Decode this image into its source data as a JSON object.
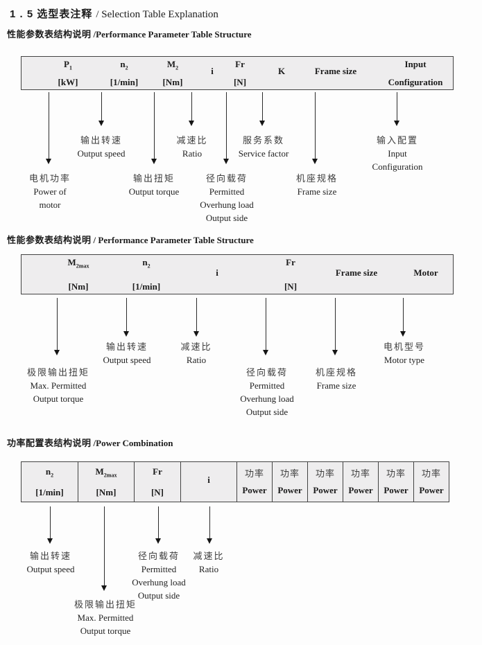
{
  "colors": {
    "table_bg": "#eeedee",
    "border": "#424242",
    "text": "#1c1c1c"
  },
  "title": {
    "zh": "1 . 5 选型表注释",
    "en": "/ Selection Table Explanation"
  },
  "s1": {
    "heading_zh": "性能参数表结构说明",
    "heading_en": "/Performance Parameter Table Structure",
    "cols": [
      {
        "sym": "P",
        "sub": "1",
        "unit": "[kW]"
      },
      {
        "sym": "n",
        "sub": "2",
        "unit": "[1/min]"
      },
      {
        "sym": "M",
        "sub": "2",
        "unit": "[Nm]"
      },
      {
        "sym": "i",
        "sub": "",
        "unit": ""
      },
      {
        "sym": "Fr",
        "sub": "",
        "unit": "[N]"
      },
      {
        "sym": "K",
        "sub": "",
        "unit": ""
      },
      {
        "sym": "Frame size",
        "sub": "",
        "unit": ""
      },
      {
        "sym": "Input",
        "sub": "",
        "unit": "Configuration"
      }
    ],
    "callouts": {
      "p1": [
        "电机功率",
        "Power of",
        "motor"
      ],
      "n2": [
        "输出转速",
        "Output speed"
      ],
      "m2": [
        "输出扭矩",
        "Output torque"
      ],
      "i": [
        "减速比",
        "Ratio"
      ],
      "fr": [
        "径向载荷",
        "Permitted",
        "Overhung load",
        "Output side"
      ],
      "k": [
        "服务系数",
        "Service factor"
      ],
      "frame": [
        "机座规格",
        "Frame size"
      ],
      "input": [
        "输入配置",
        "Input",
        "Configuration"
      ]
    }
  },
  "s2": {
    "heading_zh": "性能参数表结构说明",
    "heading_en": "/ Performance Parameter Table Structure",
    "cols": [
      {
        "sym": "M",
        "sub": "2max",
        "unit": "[Nm]"
      },
      {
        "sym": "n",
        "sub": "2",
        "unit": "[1/min]"
      },
      {
        "sym": "i",
        "sub": "",
        "unit": ""
      },
      {
        "sym": "Fr",
        "sub": "",
        "unit": "[N]"
      },
      {
        "sym": "Frame size",
        "sub": "",
        "unit": ""
      },
      {
        "sym": "Motor",
        "sub": "",
        "unit": ""
      }
    ],
    "callouts": {
      "m2max": [
        "极限输出扭矩",
        "Max. Permitted",
        "Output torque"
      ],
      "n2": [
        "输出转速",
        "Output speed"
      ],
      "i": [
        "减速比",
        "Ratio"
      ],
      "fr": [
        "径向载荷",
        "Permitted",
        "Overhung load",
        "Output side"
      ],
      "frame": [
        "机座规格",
        "Frame size"
      ],
      "motor": [
        "电机型号",
        "Motor type"
      ]
    }
  },
  "s3": {
    "heading_zh": "功率配置表结构说明",
    "heading_en": "/Power Combination",
    "cols": [
      {
        "sym": "n",
        "sub": "2",
        "unit": "[1/min]"
      },
      {
        "sym": "M",
        "sub": "2max",
        "unit": "[Nm]"
      },
      {
        "sym": "Fr",
        "sub": "",
        "unit": "[N]"
      },
      {
        "sym": "i",
        "sub": "",
        "unit": ""
      },
      {
        "sym": "功率",
        "sub": "",
        "unit": "Power"
      },
      {
        "sym": "功率",
        "sub": "",
        "unit": "Power"
      },
      {
        "sym": "功率",
        "sub": "",
        "unit": "Power"
      },
      {
        "sym": "功率",
        "sub": "",
        "unit": "Power"
      },
      {
        "sym": "功率",
        "sub": "",
        "unit": "Power"
      },
      {
        "sym": "功率",
        "sub": "",
        "unit": "Power"
      }
    ],
    "callouts": {
      "n2": [
        "输出转速",
        "Output speed"
      ],
      "m2max": [
        "极限输出扭矩",
        "Max. Permitted",
        "Output torque"
      ],
      "fr": [
        "径向载荷",
        "Permitted",
        "Overhung load",
        "Output side"
      ],
      "i": [
        "减速比",
        "Ratio"
      ]
    }
  }
}
